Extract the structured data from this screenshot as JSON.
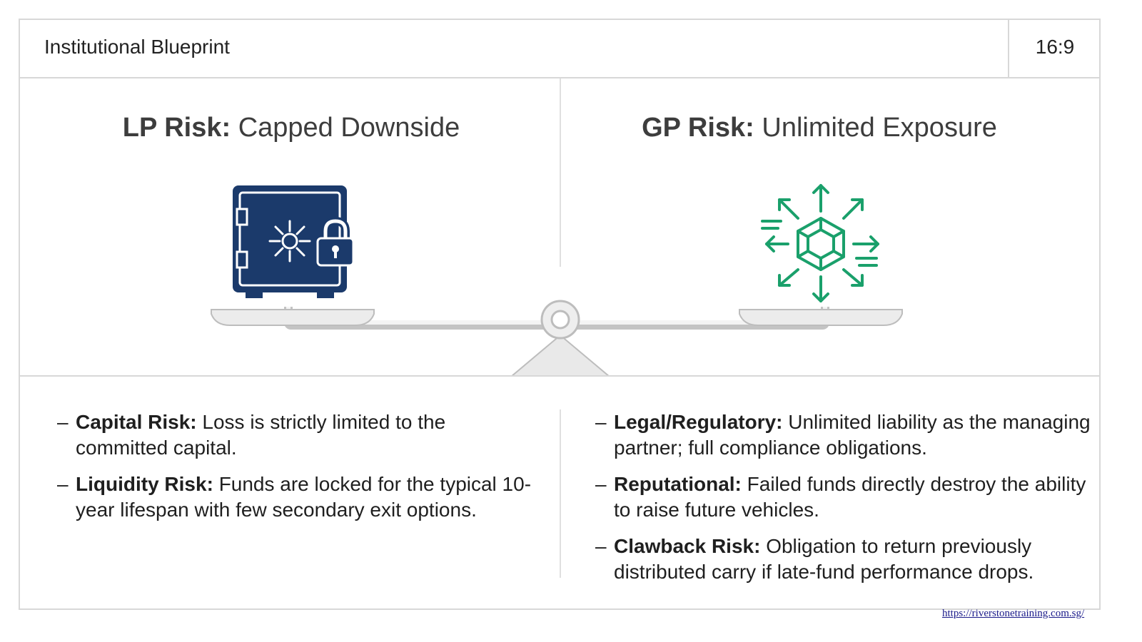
{
  "header": {
    "title": "Institutional Blueprint",
    "ratio": "16:9"
  },
  "lp": {
    "heading_strong": "LP Risk:",
    "heading_rest": "Capped Downside",
    "icon": "safe-with-padlock-icon",
    "icon_color": "#1b3a6b",
    "bullets": [
      {
        "term": "Capital Risk:",
        "text": "Loss is strictly limited to the committed capital."
      },
      {
        "term": "Liquidity Risk:",
        "text": "Funds are locked for the typical 10-year lifespan with few secondary exit options."
      }
    ]
  },
  "gp": {
    "heading_strong": "GP Risk:",
    "heading_rest": "Unlimited Exposure",
    "icon": "exploding-cube-icon",
    "icon_color": "#1aa06b",
    "bullets": [
      {
        "term": "Legal/Regulatory:",
        "text": "Unlimited liability as the managing partner; full compliance obligations."
      },
      {
        "term": "Reputational:",
        "text": "Failed funds directly destroy the ability to raise future vehicles."
      },
      {
        "term": "Clawback Risk:",
        "text": "Obligation to return previously distributed carry if late-fund performance drops."
      }
    ]
  },
  "balance": {
    "icon": "balance-scale-icon",
    "color": "#e6e6e6"
  },
  "footer": {
    "link": "https://riverstonetraining.com.sg/"
  }
}
